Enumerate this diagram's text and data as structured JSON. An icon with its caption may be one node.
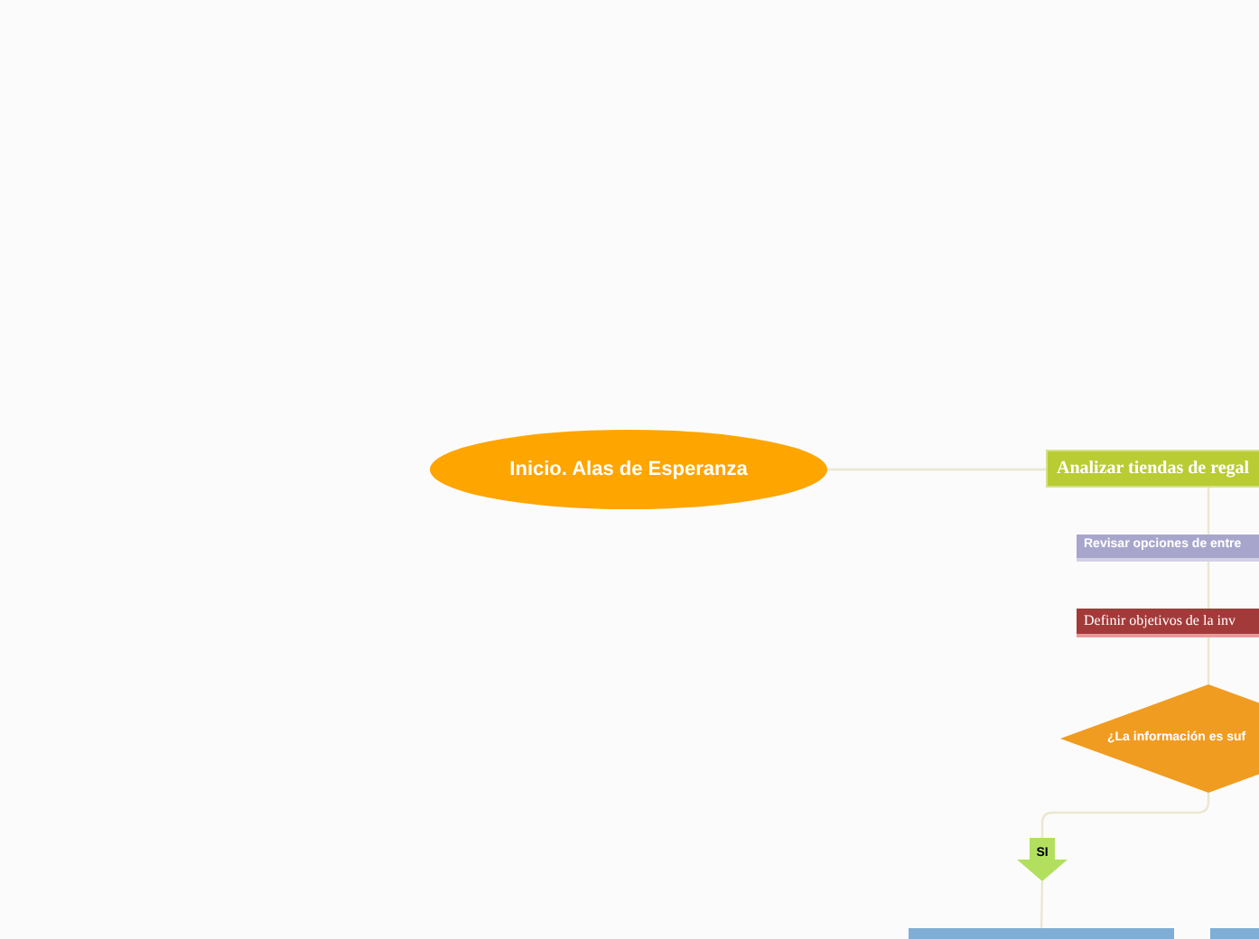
{
  "diagram": {
    "nodes": [
      {
        "text": [
          "Inicio. Alas de Esperanza"
        ]
      },
      {
        "text": [
          "Analizar tiendas de regal"
        ]
      },
      {
        "text": [
          "Revisar opciones de entre"
        ]
      },
      {
        "text": [
          "Definir objetivos de la inv"
        ]
      },
      {
        "text": [
          "¿La información es suf"
        ]
      },
      {
        "text": [
          "SI"
        ]
      },
      {
        "text": [],
        "shape": "box"
      },
      {
        "text": [],
        "shape": "box"
      }
    ],
    "edges": [
      {
        "from": 0,
        "to": 1,
        "arrow": "none"
      },
      {
        "from": 1,
        "to": 2,
        "arrow": "none"
      },
      {
        "from": 2,
        "to": 3,
        "arrow": "none"
      },
      {
        "from": 3,
        "to": 4,
        "arrow": "none"
      },
      {
        "from": 4,
        "to": 5,
        "arrow": "none"
      },
      {
        "from": 5,
        "to": 6,
        "arrow": "none"
      }
    ]
  }
}
